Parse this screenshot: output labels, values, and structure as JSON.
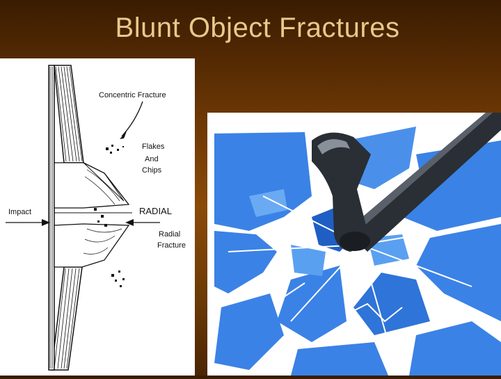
{
  "slide": {
    "title": "Blunt Object Fractures"
  },
  "diagram": {
    "labels": {
      "concentric": "Concentric Fracture",
      "flakes": "Flakes",
      "and": "And",
      "chips": "Chips",
      "impact": "Impact",
      "radial_caps": "RADIAL",
      "radial": "Radial",
      "fracture": "Fracture"
    }
  },
  "illustration": {
    "subject": "hammer-breaking-glass",
    "glass_color": "#3b82e6",
    "hammer_color": "#2a2e35"
  }
}
